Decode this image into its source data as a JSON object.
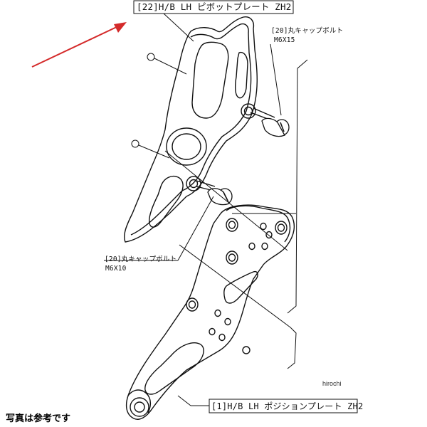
{
  "labels": {
    "pivot_plate": "[22]H/B LH ピボットプレート ZH2",
    "bolt_upper": "[20]丸キャップボルト",
    "bolt_upper_size": "M6X15",
    "bolt_lower": "[20]丸キャップボルト",
    "bolt_lower_size": "M6X10",
    "position_plate": "[1]H/B LH ポジションプレート ZH2"
  },
  "watermark": "hirochi",
  "disclaimer": "写真は参考です",
  "colors": {
    "arrow": "#d42a2a",
    "line": "#111111",
    "background": "#ffffff"
  }
}
